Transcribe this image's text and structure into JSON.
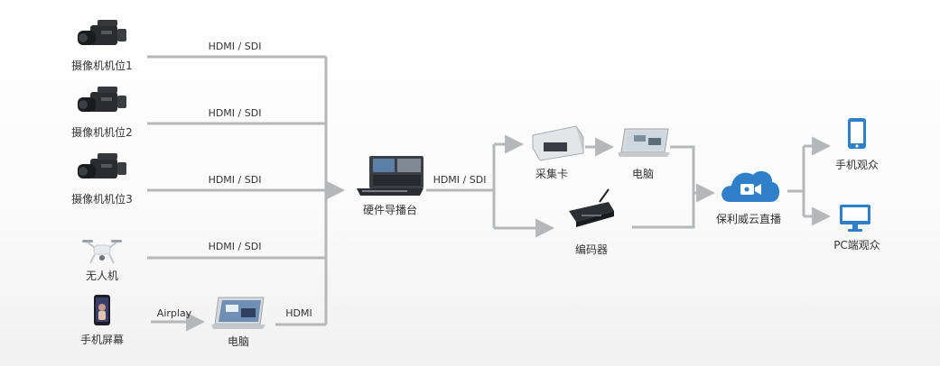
{
  "sources": [
    {
      "label": "摄像机机位1",
      "icon": "camcorder-icon",
      "link": "HDMI / SDI"
    },
    {
      "label": "摄像机机位2",
      "icon": "camcorder-icon",
      "link": "HDMI / SDI"
    },
    {
      "label": "摄像机机位3",
      "icon": "camcorder-icon",
      "link": "HDMI / SDI"
    },
    {
      "label": "无人机",
      "icon": "drone-icon",
      "link": "HDMI / SDI"
    },
    {
      "label": "手机屏幕",
      "icon": "smartphone-icon",
      "link": "Airplay"
    }
  ],
  "laptop_relay": {
    "label": "电脑",
    "link": "HDMI"
  },
  "switcher": {
    "label": "硬件导播台",
    "link": "HDMI / SDI"
  },
  "capture_card": {
    "label": "采集卡"
  },
  "capture_pc": {
    "label": "电脑"
  },
  "encoder": {
    "label": "编码器"
  },
  "cloud": {
    "label": "保利威云直播",
    "color": "#2f80c8"
  },
  "outputs": [
    {
      "label": "手机观众",
      "icon": "mobile-viewer-icon"
    },
    {
      "label": "PC端观众",
      "icon": "pc-viewer-icon"
    }
  ],
  "colors": {
    "line": "#b5b7b9",
    "icon": "#2f80c8"
  }
}
